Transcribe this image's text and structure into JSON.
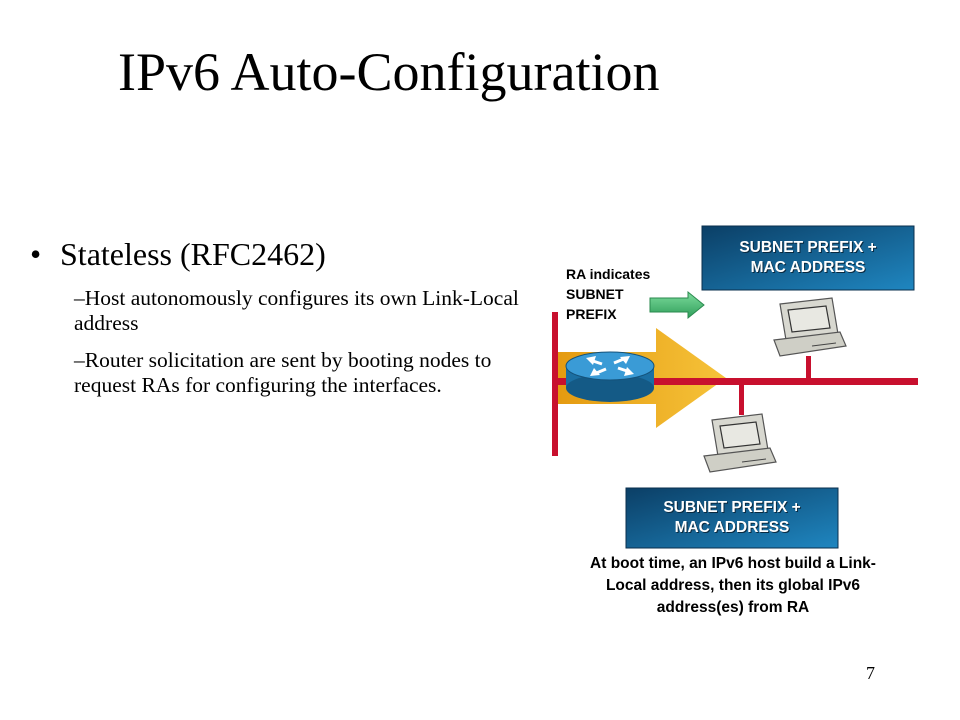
{
  "slide": {
    "title": "IPv6 Auto-Configuration",
    "bullet": "Stateless (RFC2462)",
    "bullet_marker": "•",
    "sub_points": [
      "–Host autonomously configures its own Link-Local address",
      "–Router solicitation are sent by booting nodes to request RAs for configuring the interfaces."
    ],
    "page_number": "7"
  },
  "diagram": {
    "top_box": {
      "line1": "SUBNET PREFIX +",
      "line2": "MAC ADDRESS"
    },
    "bottom_box": {
      "line1": "SUBNET PREFIX +",
      "line2": "MAC ADDRESS"
    },
    "ra_label": [
      "RA indicates",
      "SUBNET",
      "PREFIX"
    ],
    "caption": "At boot time, an IPv6 host build a Link-Local address, then its global IPv6 address(es) from RA",
    "colors": {
      "link_line": "#c8102e",
      "box_gradient_start": "#0b3f66",
      "box_gradient_end": "#1f86c0",
      "big_arrow": "#f1b320",
      "small_arrow": "#3cb46e",
      "router": "#1b6fa3"
    },
    "icons": [
      "router-icon",
      "computer-icon",
      "computer-icon"
    ]
  }
}
